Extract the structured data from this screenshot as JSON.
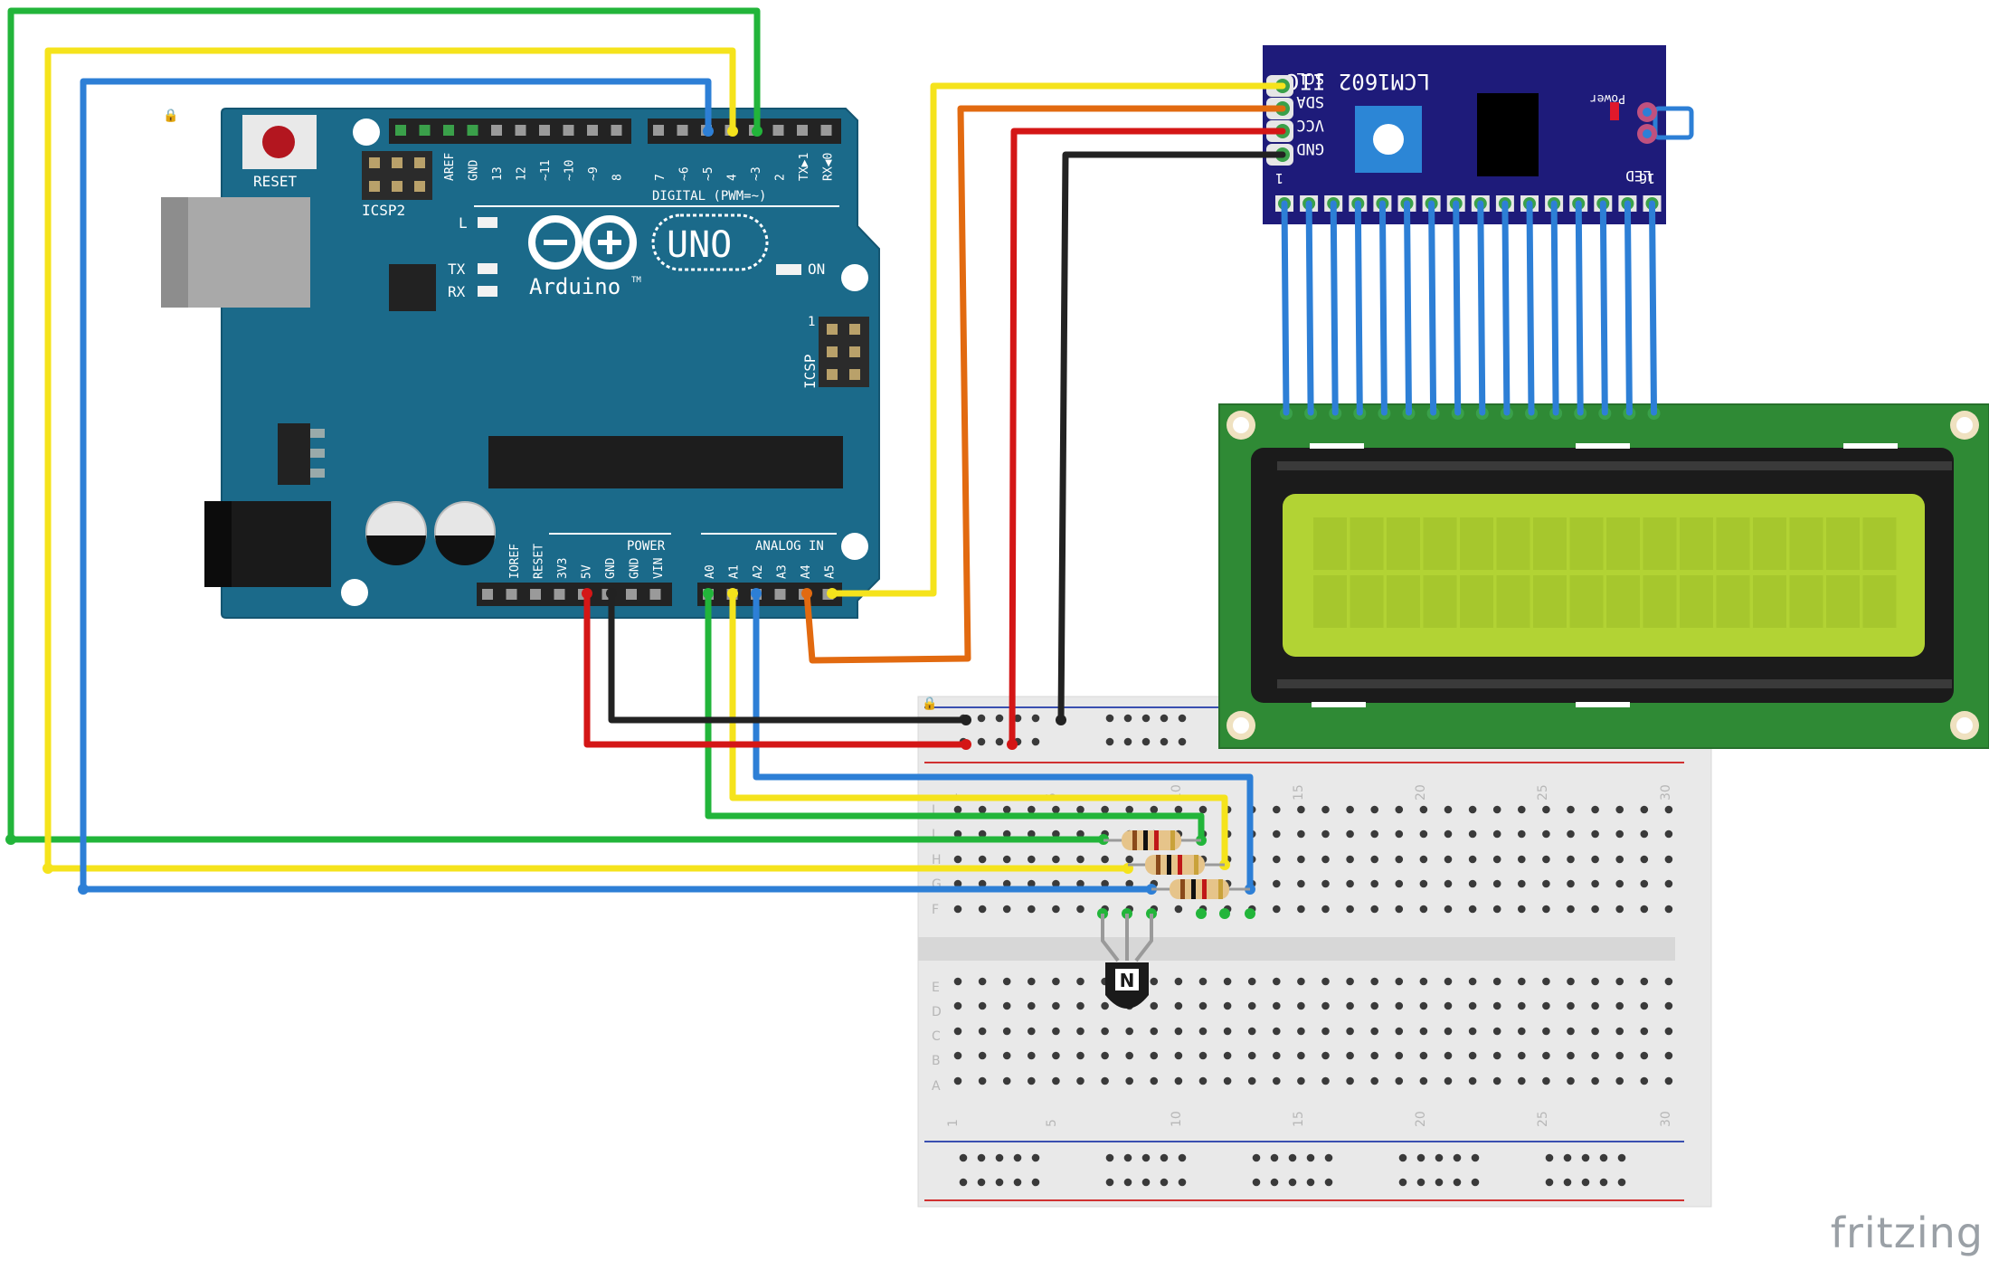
{
  "arduino": {
    "reset": "RESET",
    "icsp2": "ICSP2",
    "icsp": "ICSP",
    "icsp_num": "1",
    "brand": "Arduino",
    "tm": "TM",
    "model": "UNO",
    "digital": "DIGITAL (PWM=~)",
    "led_l": "L",
    "led_tx": "TX",
    "led_rx": "RX",
    "led_on": "ON",
    "power": "POWER",
    "analog": "ANALOG IN",
    "top_pins_left": [
      "AREF",
      "GND",
      "13",
      "12",
      "~11",
      "~10",
      "~9",
      "8"
    ],
    "top_pins_right": [
      "7",
      "~6",
      "~5",
      "4",
      "~3",
      "2",
      "TX▶1",
      "RX◀0"
    ],
    "power_pins": [
      "IOREF",
      "RESET",
      "3V3",
      "5V",
      "GND",
      "GND",
      "VIN"
    ],
    "analog_pins": [
      "A0",
      "A1",
      "A2",
      "A3",
      "A4",
      "A5"
    ]
  },
  "i2c": {
    "title": "LCM1602 IIC",
    "power": "Power",
    "led": "LED",
    "pins": [
      "SCL",
      "SDA",
      "VCC",
      "GND"
    ],
    "pin1": "1",
    "pin16": "16"
  },
  "breadboard": {
    "row_letters_top": [
      "J",
      "I",
      "H",
      "G",
      "F"
    ],
    "row_letters_bottom": [
      "E",
      "D",
      "C",
      "B",
      "A"
    ],
    "column_numbers": [
      "1",
      "5",
      "10",
      "15",
      "20",
      "25",
      "30"
    ]
  },
  "transistor": {
    "mark": "N"
  },
  "logo": "fritzing",
  "colors": {
    "board": "#1b6a8a",
    "wire_green": "#22b53a",
    "wire_yellow": "#f5e31c",
    "wire_blue": "#2d7fd6",
    "wire_red": "#d41616",
    "wire_black": "#222222",
    "wire_orange": "#e26a10",
    "i2c_board": "#1e1b7a",
    "lcd_pcb": "#2f8a35",
    "lcd_screen": "#b2d334"
  }
}
